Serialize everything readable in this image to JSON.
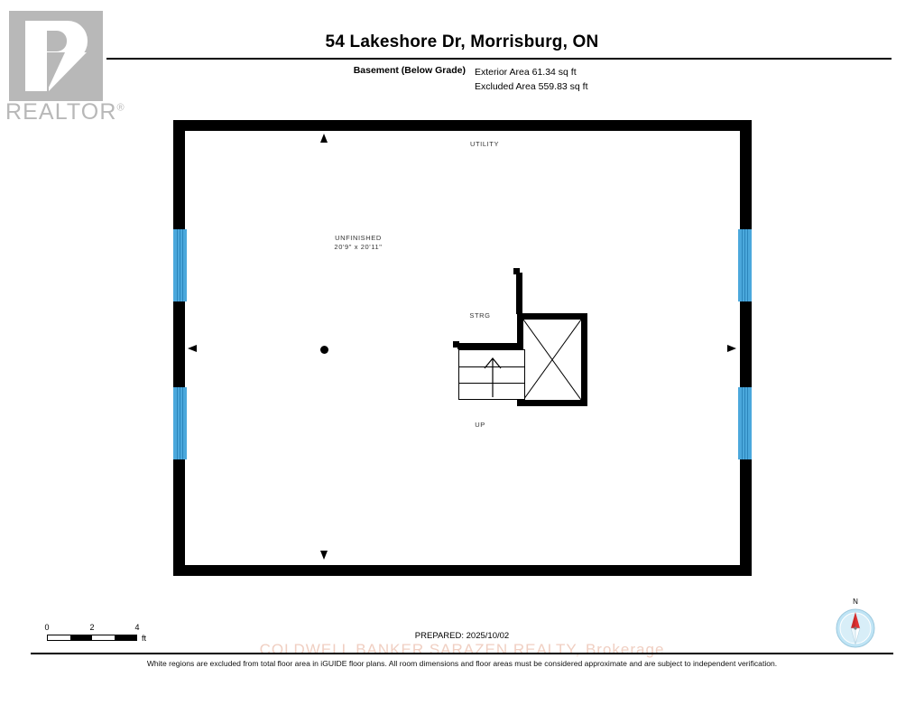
{
  "logo": {
    "name": "realtor-logo",
    "wordmark": "REALTOR",
    "registered_mark": "®"
  },
  "header": {
    "title": "54 Lakeshore Dr, Morrisburg, ON",
    "floor_label": "Basement (Below Grade)",
    "exterior_area": "Exterior Area 61.34 sq ft",
    "excluded_area": "Excluded Area 559.83 sq ft"
  },
  "floorplan": {
    "rooms": [
      {
        "name": "utility",
        "label": "UTILITY"
      },
      {
        "name": "unfinished",
        "label": "UNFINISHED",
        "dimensions": "20'9\" x 20'11\""
      },
      {
        "name": "storage",
        "label": "STRG"
      }
    ],
    "stairs": {
      "label": "UP",
      "direction": "up"
    },
    "markers": {
      "camera": "panorama-camera-point",
      "north_arrow": "view-arrow-north",
      "south_arrow": "view-arrow-south",
      "east_arrow": "view-arrow-east",
      "west_arrow": "view-arrow-west"
    },
    "windows_count": 4,
    "colors": {
      "wall": "#000000",
      "window": "#4ba8dc",
      "window_pane": "#2b85bb",
      "floor": "#ffffff"
    }
  },
  "scale": {
    "ticks": [
      "0",
      "2",
      "4"
    ],
    "unit": "ft"
  },
  "compass": {
    "north_label": "N",
    "needle_color": "#e03131",
    "dial_color": "#bfe4f5"
  },
  "footer": {
    "prepared": "PREPARED: 2025/10/02",
    "watermark": "COLDWELL BANKER SARAZEN REALTY, Brokerage",
    "disclaimer": "White regions are excluded from total floor area in iGUIDE floor plans. All room dimensions and floor areas must be considered approximate and are subject to independent verification."
  }
}
